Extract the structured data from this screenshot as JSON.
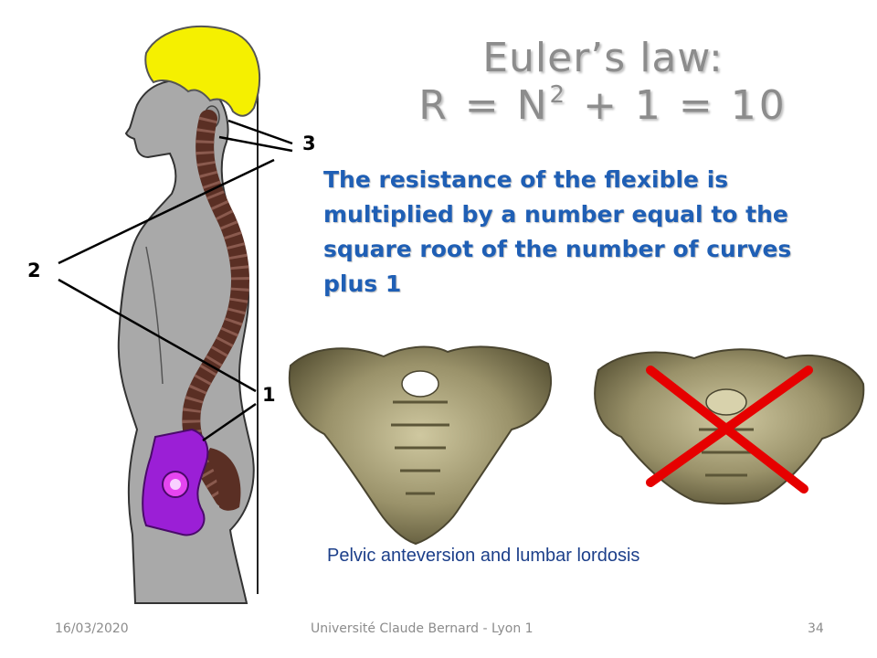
{
  "slide": {
    "title_line1": "Euler’s law:",
    "title_line2_prefix": "R = N",
    "title_line2_sup": "2",
    "title_line2_suffix": " + 1 = 10",
    "statement": "The resistance of the flexible is multiplied by a number equal to the square root of the number of curves plus 1",
    "caption": "Pelvic anteversion and lumbar lordosis",
    "markers": {
      "m1": "1",
      "m2": "2",
      "m3": "3"
    }
  },
  "footer": {
    "date": "16/03/2020",
    "institution": "Université Claude Bernard - Lyon 1",
    "page_number": "34"
  },
  "colors": {
    "title": "#8c8c8c",
    "statement": "#1f5fb5",
    "caption": "#1c3f8a",
    "hair": "#f5f000",
    "body": "#a8a8a8",
    "spine": "#5a2f24",
    "pelvis": "#9b1fd6",
    "bone": "#8f8863",
    "cross": "#e60000"
  }
}
